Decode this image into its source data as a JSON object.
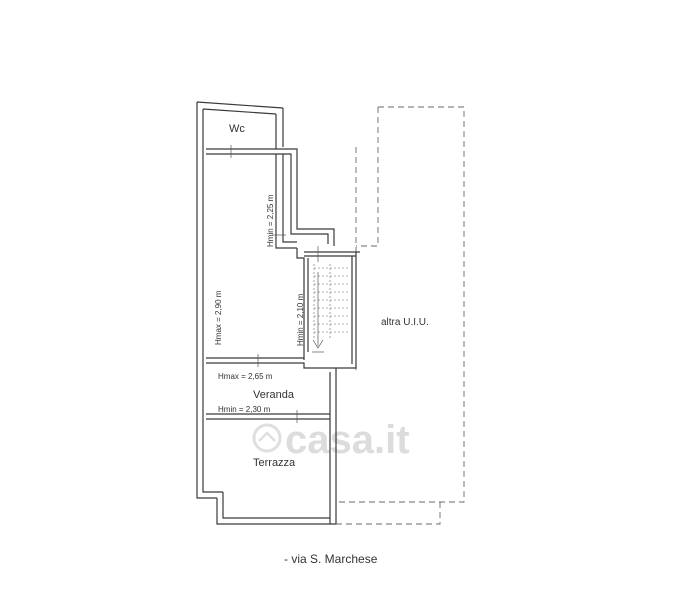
{
  "rooms": {
    "wc": "Wc",
    "veranda": "Veranda",
    "terrazza": "Terrazza",
    "altra_uiu": "altra U.I.U."
  },
  "heights": {
    "h_left": "Hmax = 2,90 m",
    "h_stair_upper": "Hmin = 2,25 m",
    "h_stair_lower": "Hmin = 2,10 m",
    "h_veranda_max": "Hmax = 2,65 m",
    "h_veranda_min": "Hmin = 2,30 m"
  },
  "street": "- via S. Marchese",
  "watermark": "casa.it"
}
